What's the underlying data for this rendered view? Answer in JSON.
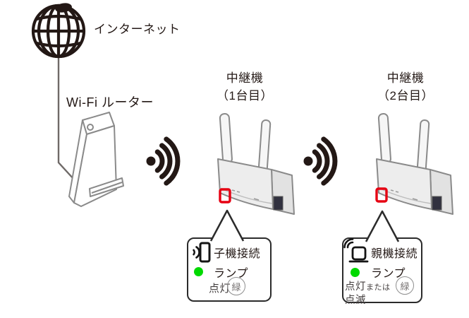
{
  "internet": {
    "label": "インターネット"
  },
  "router": {
    "label": "Wi-Fi ルーター"
  },
  "repeaters": [
    {
      "title": "中継機",
      "subtitle": "（1台目）"
    },
    {
      "title": "中継機",
      "subtitle": "（2台目）"
    }
  ],
  "callouts": [
    {
      "name_line1": "子機接続",
      "name_line2": "ランプ",
      "state": "点灯",
      "badge": "緑"
    },
    {
      "name_line1": "親機接続",
      "name_line2": "ランプ",
      "state_line1": "点灯",
      "state_suffix": "または",
      "state_line2": "点滅",
      "badge": "緑"
    }
  ],
  "colors": {
    "highlight_red": "#e60012",
    "led_green": "#00d900",
    "line_art": "#231815"
  }
}
